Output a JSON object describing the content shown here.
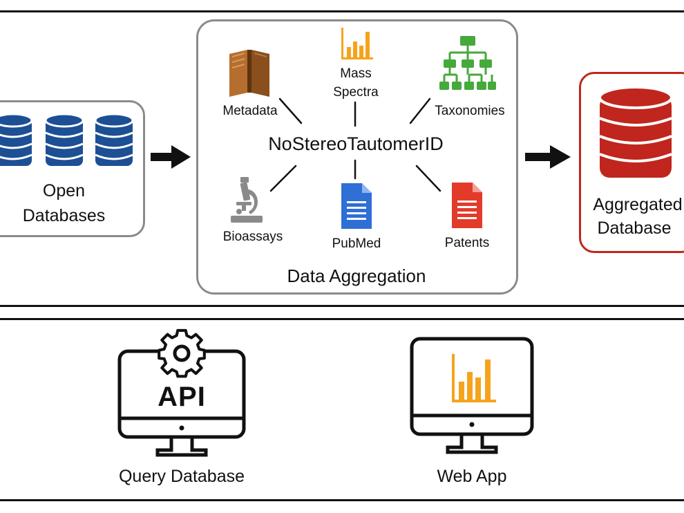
{
  "colors": {
    "db_blue": "#1d4f94",
    "db_red": "#c0261d",
    "orange": "#f5a31c",
    "green": "#45a93b",
    "doc_blue": "#2f6fd6",
    "doc_red": "#e23b2a",
    "book_brown": "#b56e2e",
    "gray": "#8a8a8a",
    "line": "#111111"
  },
  "top_panel": {
    "open_databases": {
      "label_line1": "Open",
      "label_line2": "Databases",
      "icon": "database-icon"
    },
    "aggregation": {
      "center_label": "NoStereoTautomerID",
      "caption": "Data Aggregation",
      "sources": {
        "metadata": {
          "label": "Metadata",
          "icon": "book-icon"
        },
        "mass_spectra": {
          "label_line1": "Mass",
          "label_line2": "Spectra",
          "icon": "bar-chart-icon"
        },
        "taxonomies": {
          "label": "Taxonomies",
          "icon": "tree-hierarchy-icon"
        },
        "bioassays": {
          "label": "Bioassays",
          "icon": "microscope-icon"
        },
        "pubmed": {
          "label": "PubMed",
          "icon": "document-icon"
        },
        "patents": {
          "label": "Patents",
          "icon": "document-icon"
        }
      }
    },
    "aggregated_database": {
      "label_line1": "Aggregated",
      "label_line2": "Database",
      "icon": "database-icon"
    }
  },
  "bottom_panel": {
    "api": {
      "screen_text": "API",
      "label": "Query Database",
      "icon": "gear-icon"
    },
    "web_app": {
      "label": "Web App",
      "icon": "bar-chart-icon"
    }
  }
}
